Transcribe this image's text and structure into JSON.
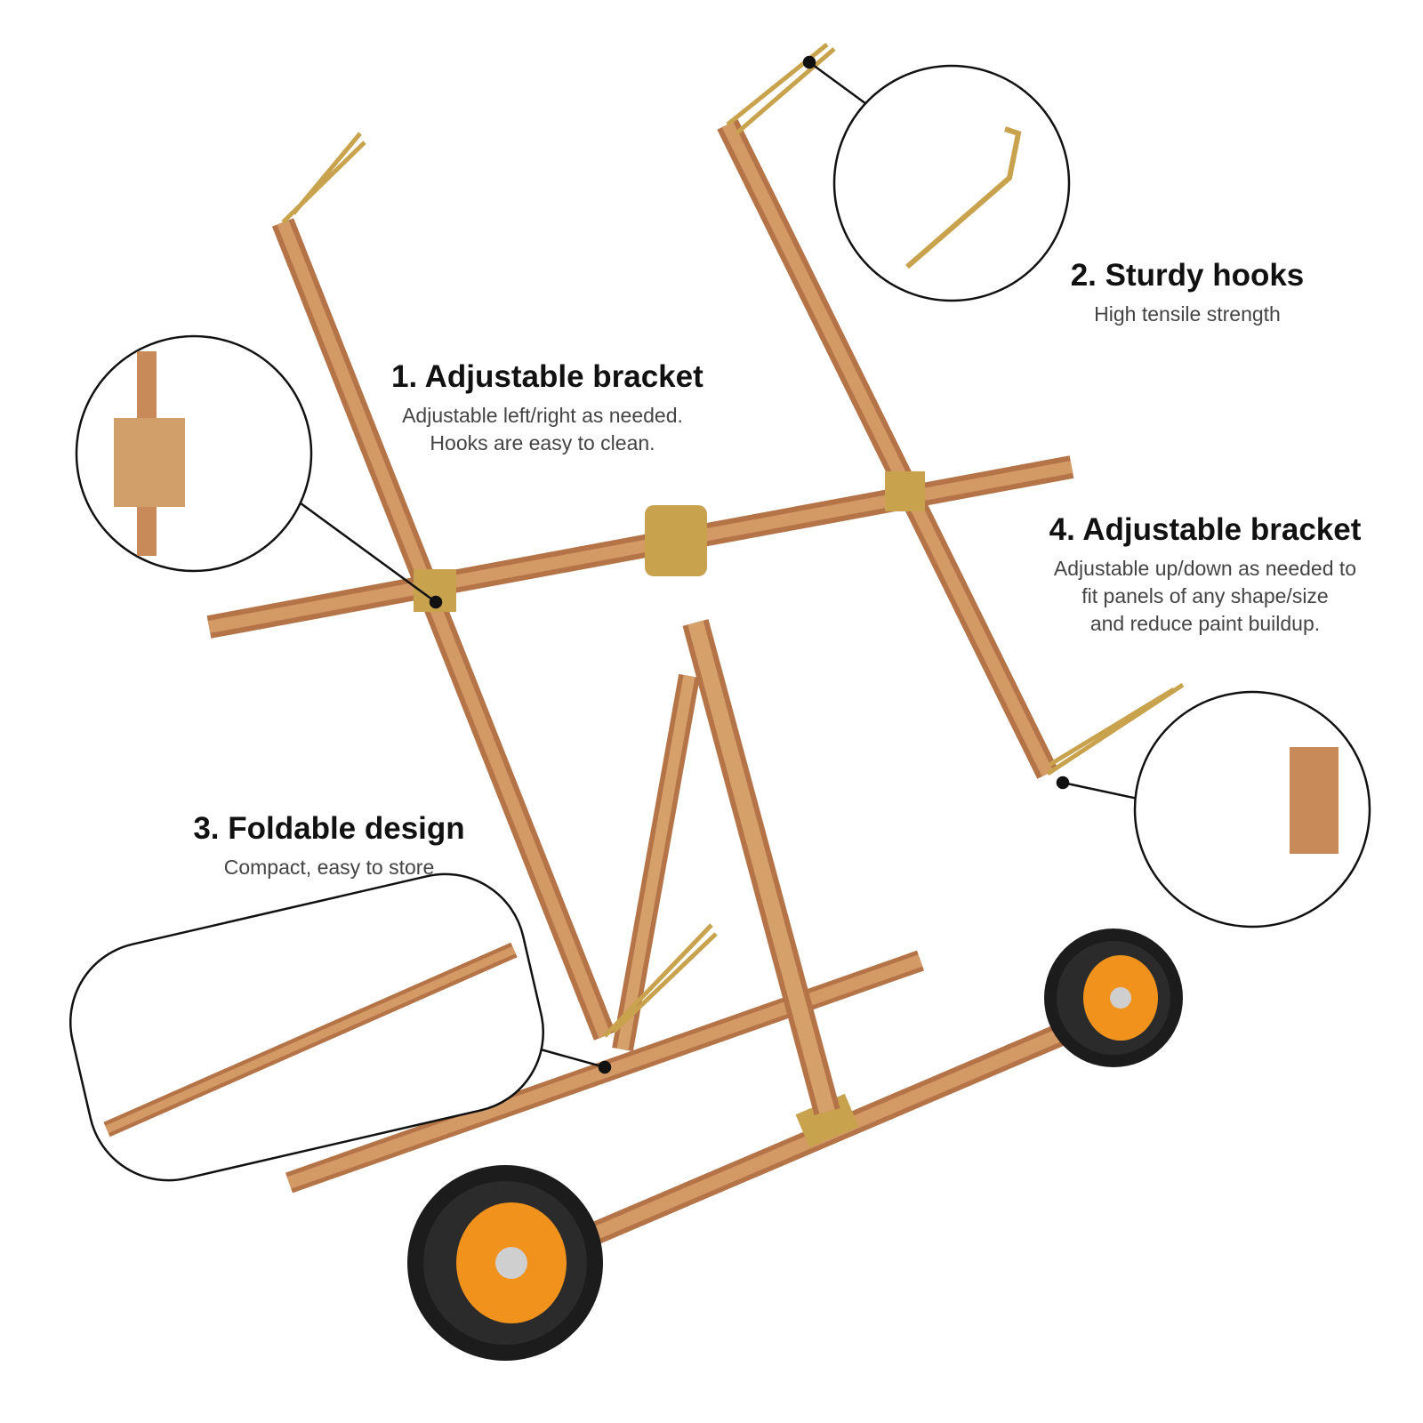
{
  "colors": {
    "steel": "#c98a5a",
    "steel_dark": "#a8693e",
    "brass": "#c9a24e",
    "tire": "#1c1c1c",
    "hub": "#f0921c",
    "callout": "#111111"
  },
  "features": [
    {
      "title": "1. Adjustable bracket",
      "lines": [
        "Adjustable left/right as needed.",
        "Hooks are easy to clean."
      ]
    },
    {
      "title": "2. Sturdy hooks",
      "lines": [
        "High tensile strength"
      ]
    },
    {
      "title": "3. Foldable design",
      "lines": [
        "Compact, easy to store"
      ]
    },
    {
      "title": "4. Adjustable bracket",
      "lines": [
        "Adjustable up/down as needed to",
        "fit panels of any shape/size",
        "and reduce paint buildup."
      ]
    }
  ]
}
